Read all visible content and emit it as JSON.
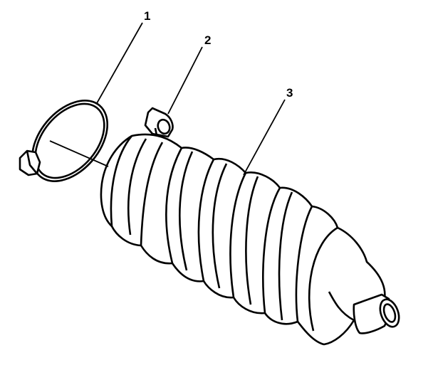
{
  "callouts": [
    {
      "id": "1",
      "label": "1"
    },
    {
      "id": "2",
      "label": "2"
    },
    {
      "id": "3",
      "label": "3"
    }
  ],
  "parts": [
    {
      "callout": "1",
      "icon": "hose-clamp-icon"
    },
    {
      "callout": "2",
      "icon": "breather-tube-icon"
    },
    {
      "callout": "3",
      "icon": "rack-boot-bellows-icon"
    }
  ],
  "colors": {
    "ink": "#000000",
    "paper": "#ffffff"
  }
}
